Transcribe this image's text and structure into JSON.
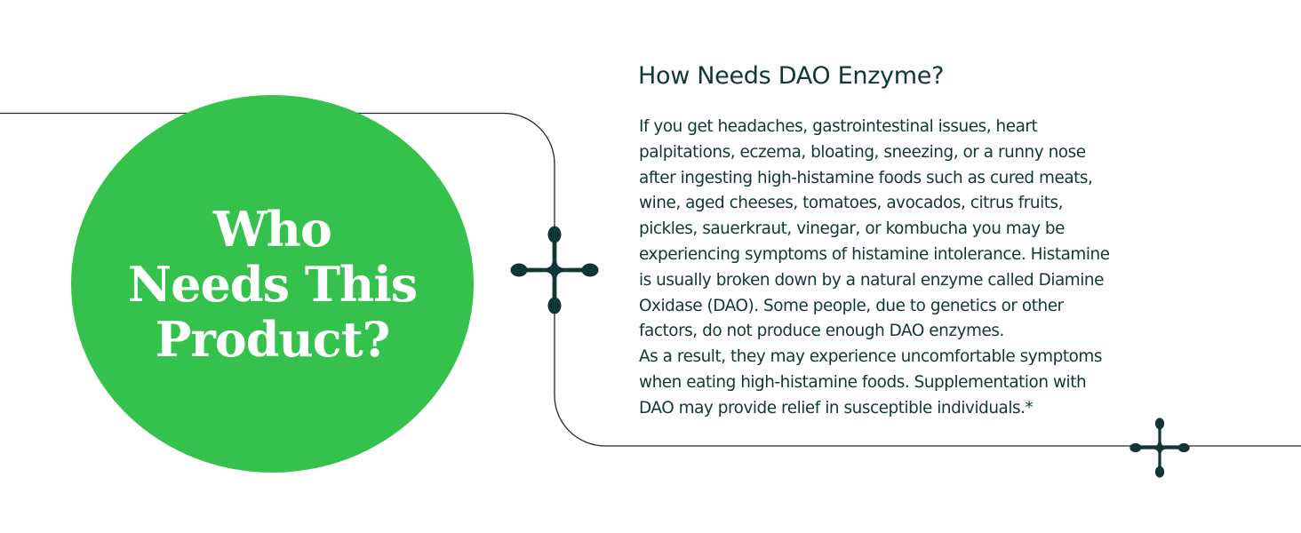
{
  "colors": {
    "circle_fill": "#34c24c",
    "text_dark": "#113735",
    "line": "#1d2a2a",
    "cross_node": "#113735"
  },
  "icons": [
    "molecule-cross-icon",
    "molecule-cross-icon"
  ],
  "circle": {
    "title": "Who\nNeeds This\nProduct?"
  },
  "info": {
    "heading": "How Needs DAO Enzyme?",
    "body": "If you get headaches, gastrointestinal issues, heart\npalpitations, eczema, bloating, sneezing, or a runny nose\nafter ingesting high-histamine foods such as cured meats,\nwine, aged cheeses, tomatoes, avocados, citrus fruits,\npickles, sauerkraut, vinegar, or kombucha you may be\nexperiencing symptoms of histamine intolerance. Histamine\nis usually broken down by a natural enzyme called Diamine\nOxidase (DAO). Some people, due to genetics or other\nfactors, do not produce enough DAO enzymes.\nAs a result, they may experience uncomfortable symptoms\nwhen eating high-histamine foods. Supplementation with\nDAO may provide relief in susceptible individuals.*"
  }
}
